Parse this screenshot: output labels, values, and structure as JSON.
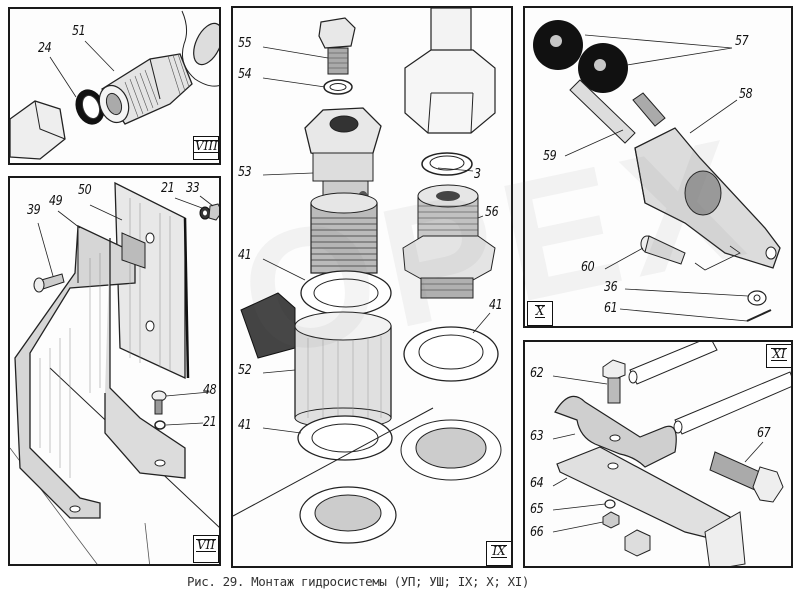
{
  "figure": {
    "caption": "Рис. 29. Монтаж гидросистемы (УП; УШ; IX; X; XI)",
    "watermark": "OPEX"
  },
  "panels": {
    "viii": {
      "roman": "VIII",
      "callouts": [
        "24",
        "51"
      ]
    },
    "vii": {
      "roman": "VII",
      "callouts": [
        "39",
        "49",
        "50",
        "21",
        "33",
        "48",
        "21"
      ]
    },
    "ix": {
      "roman": "IX",
      "callouts": [
        "55",
        "54",
        "53",
        "3",
        "56",
        "41",
        "41",
        "52",
        "41"
      ]
    },
    "x": {
      "roman": "X",
      "callouts": [
        "57",
        "58",
        "59",
        "60",
        "36",
        "61"
      ]
    },
    "xi": {
      "roman": "XI",
      "callouts": [
        "62",
        "63",
        "67",
        "64",
        "65",
        "66"
      ]
    }
  }
}
